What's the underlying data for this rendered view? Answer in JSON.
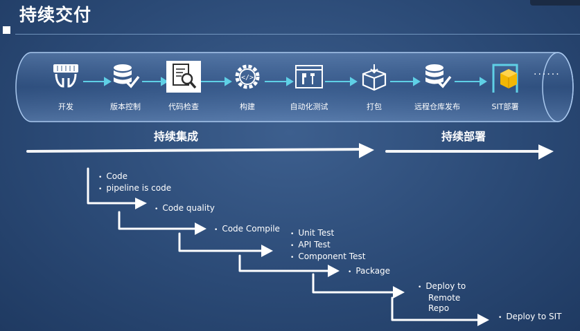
{
  "title": "持续交付",
  "stages": [
    {
      "label": "开发",
      "icon": "keyboard-hands-icon"
    },
    {
      "label": "版本控制",
      "icon": "database-check-icon"
    },
    {
      "label": "代码检查",
      "icon": "document-search-icon"
    },
    {
      "label": "构建",
      "icon": "gear-code-icon"
    },
    {
      "label": "自动化测试",
      "icon": "test-tools-icon"
    },
    {
      "label": "打包",
      "icon": "package-box-icon"
    },
    {
      "label": "远程仓库发布",
      "icon": "database-check-icon"
    },
    {
      "label": "SIT部署",
      "icon": "deploy-cube-icon"
    }
  ],
  "ellipsis": "······",
  "phases": {
    "ci": "持续集成",
    "cd": "持续部署"
  },
  "steps": [
    [
      "Code",
      "pipeline is code"
    ],
    [
      "Code quality"
    ],
    [
      "Code Compile"
    ],
    [
      "Unit Test",
      "API Test",
      "Component Test"
    ],
    [
      "Package"
    ],
    [
      "Deploy to",
      "Remote",
      "Repo"
    ],
    [
      "Deploy to SIT"
    ]
  ]
}
